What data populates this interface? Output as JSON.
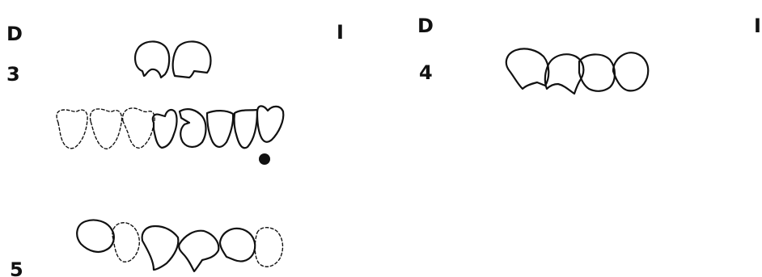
{
  "labels": {
    "top_left_letter": "D",
    "top_mid_mark": "I",
    "top_mid_letter": "D",
    "top_right_mark": "I",
    "num_3": "3",
    "num_4": "4",
    "num_5": "5"
  },
  "colors": {
    "ink": "#111111",
    "background": "#ffffff"
  }
}
